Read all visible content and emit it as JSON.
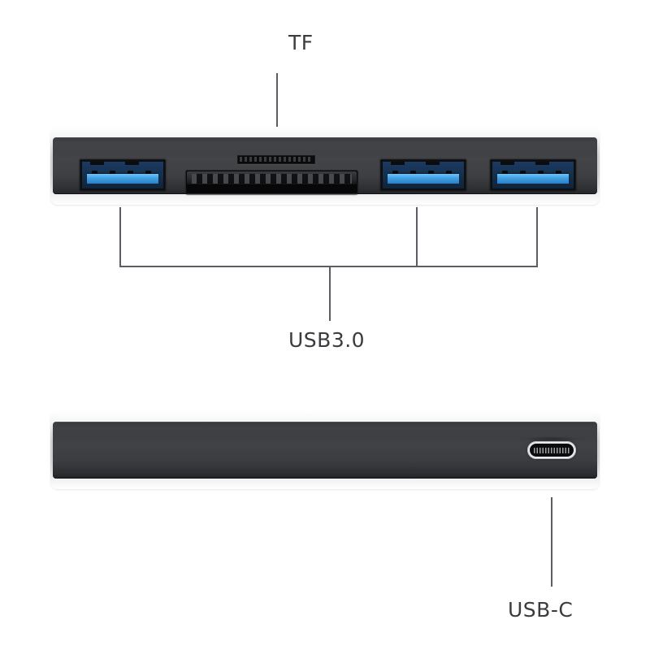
{
  "diagram": {
    "title": "USB-C Multiport Hub — port callout diagram",
    "background_color": "#ffffff",
    "label_color": "#3c3c40",
    "leader_line_color": "#5a5d63"
  },
  "callouts": {
    "tf": {
      "label": "TF",
      "target": "tf-card-slot",
      "leader": "vertical"
    },
    "usb30": {
      "label": "USB3.0",
      "target": "usb-3-0-ports",
      "leader": "bracket",
      "port_count": 3
    },
    "usbc": {
      "label": "USB-C",
      "target": "usb-c-port",
      "leader": "vertical"
    }
  },
  "devices": {
    "front": {
      "name": "hub-front-face",
      "shell_color": "#cdd0d3",
      "face_color": "#414245",
      "ports": [
        {
          "type": "usb-3.0",
          "name": "usb-3-0-port-1",
          "tongue_color": "#3f9fe3"
        },
        {
          "type": "card-reader-tf",
          "name": "tf-card-slot"
        },
        {
          "type": "card-reader-sd",
          "name": "sd-card-slot"
        },
        {
          "type": "usb-3.0",
          "name": "usb-3-0-port-2",
          "tongue_color": "#3f9fe3"
        },
        {
          "type": "usb-3.0",
          "name": "usb-3-0-port-3",
          "tongue_color": "#3f9fe3"
        }
      ]
    },
    "rear": {
      "name": "hub-rear-face",
      "shell_color": "#cdd0d3",
      "face_color": "#414245",
      "ports": [
        {
          "type": "usb-c",
          "name": "usb-c-port",
          "rim_color": "#e8eaec"
        }
      ]
    }
  }
}
